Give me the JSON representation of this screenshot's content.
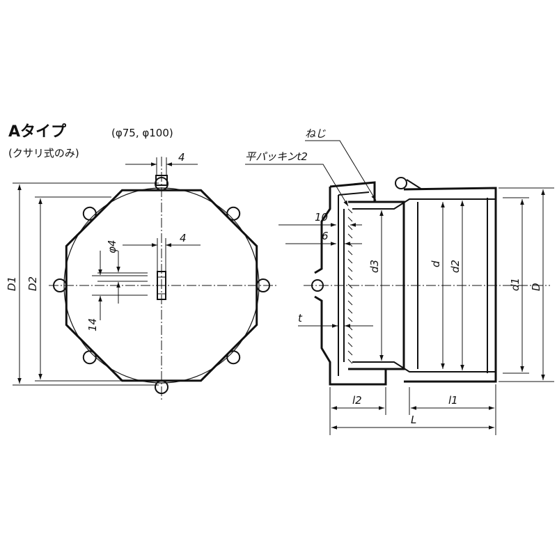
{
  "title": {
    "type_label": "Aタイプ",
    "sizes": "(φ75, φ100)",
    "note": "(クサリ式のみ)"
  },
  "front_view": {
    "dims": {
      "width_4_top": "4",
      "width_4_mid": "4",
      "phi4": "φ4",
      "height_14": "14",
      "D1": "D1",
      "D2": "D2"
    }
  },
  "side_view": {
    "callouts": {
      "thread": "ねじ",
      "gasket": "平パッキンt2"
    },
    "dims": {
      "d10": "10",
      "d6": "6",
      "t": "t",
      "d3": "d3",
      "d": "d",
      "d2": "d2",
      "d1": "d1",
      "D": "D",
      "l2": "l2",
      "l1": "l1",
      "L": "L"
    }
  }
}
